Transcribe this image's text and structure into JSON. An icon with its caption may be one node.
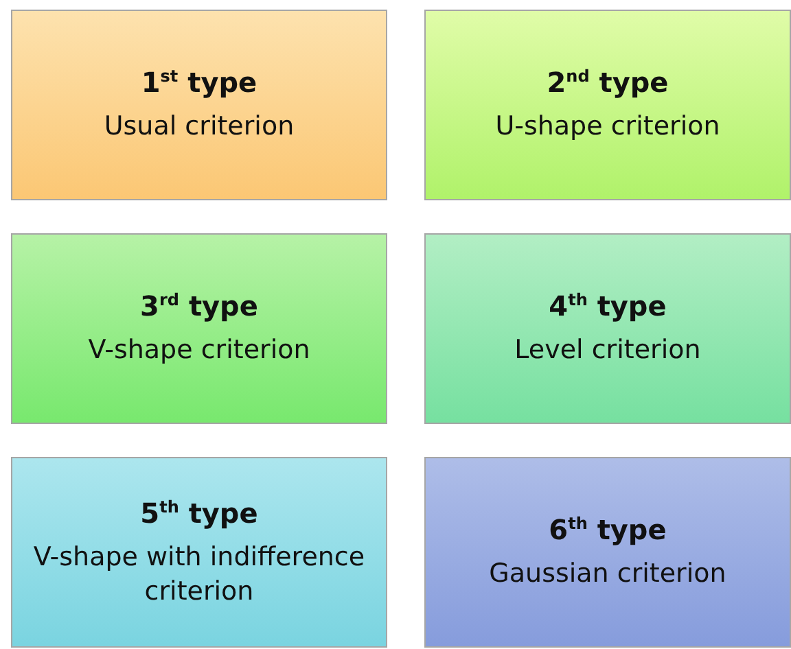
{
  "diagram": {
    "nodes": [
      {
        "text": [
          "1$^{st}$ type",
          "Usual criterion"
        ]
      },
      {
        "text": [
          "2$^{nd}$ type",
          "U-shape criterion"
        ]
      },
      {
        "text": [
          "3$^{rd}$ type",
          "V-shape criterion"
        ]
      },
      {
        "text": [
          "4$^{th}$ type",
          "Level criterion"
        ]
      },
      {
        "text": [
          "5$^{th}$ type",
          "V-shape with indifference criterion"
        ]
      },
      {
        "text": [
          "6$^{th}$ type",
          "Gaussian criterion"
        ]
      }
    ]
  }
}
